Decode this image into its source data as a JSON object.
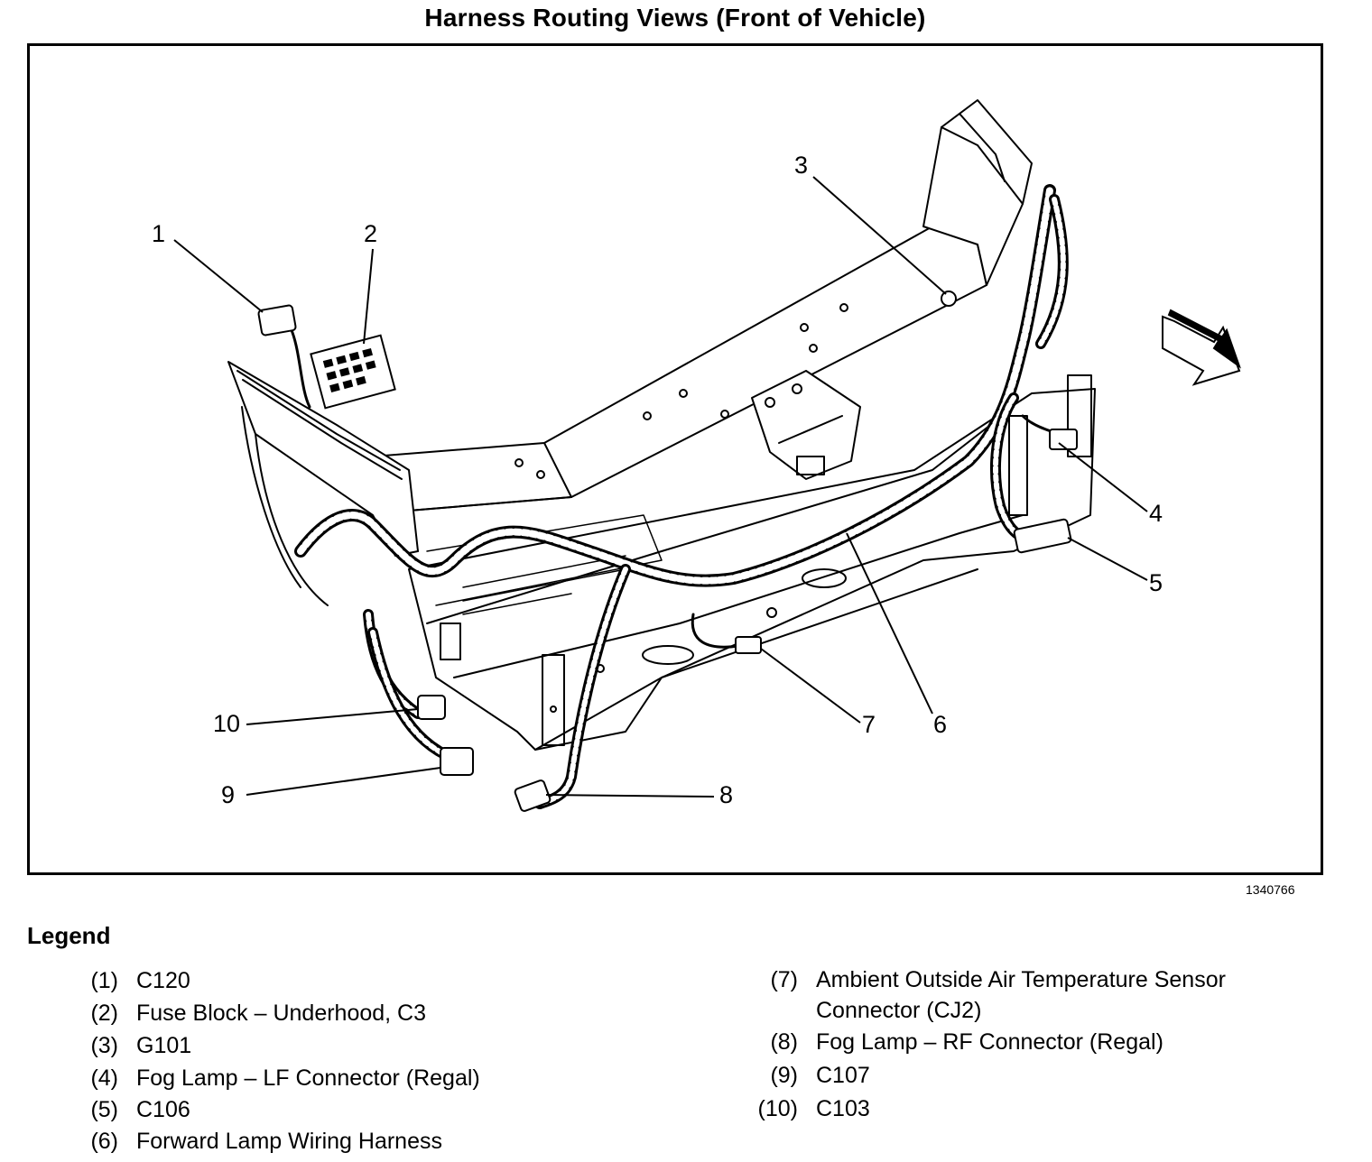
{
  "title": "Harness Routing Views (Front of Vehicle)",
  "figure_id": "1340766",
  "legend_title": "Legend",
  "callouts": [
    "1",
    "2",
    "3",
    "4",
    "5",
    "6",
    "7",
    "8",
    "9",
    "10"
  ],
  "legend": [
    {
      "num": "(1)",
      "text": "C120"
    },
    {
      "num": "(2)",
      "text": "Fuse Block – Underhood, C3"
    },
    {
      "num": "(3)",
      "text": "G101"
    },
    {
      "num": "(4)",
      "text": "Fog Lamp – LF Connector (Regal)"
    },
    {
      "num": "(5)",
      "text": "C106"
    },
    {
      "num": "(6)",
      "text": "Forward Lamp Wiring Harness"
    },
    {
      "num": "(7)",
      "text": "Ambient Outside Air Temperature Sensor Connector (CJ2)"
    },
    {
      "num": "(8)",
      "text": "Fog Lamp – RF Connector (Regal)"
    },
    {
      "num": "(9)",
      "text": "C107"
    },
    {
      "num": "(10)",
      "text": "C103"
    }
  ]
}
